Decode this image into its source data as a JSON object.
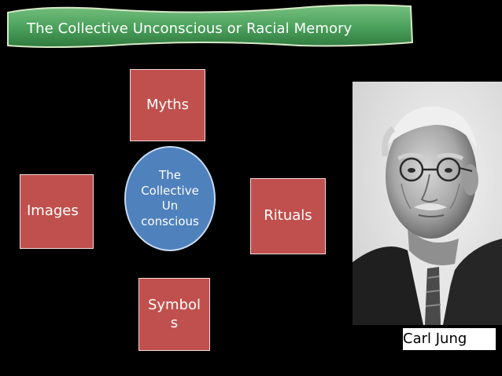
{
  "title": "The Collective Unconscious or Racial Memory",
  "diagram": {
    "center": "The Collective Un conscious",
    "nodes": {
      "top": "Myths",
      "left": "Images",
      "right": "Rituals",
      "bottom": "Symbol s"
    }
  },
  "photo": {
    "caption": "Carl Jung"
  },
  "colors": {
    "background": "#000000",
    "title_banner": "#4ea35f",
    "node_fill": "#c0504d",
    "center_fill": "#4f81bd"
  }
}
